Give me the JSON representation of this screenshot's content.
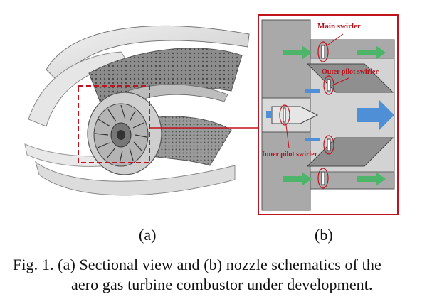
{
  "figure": {
    "panel_a": {
      "sub_label": "(a)"
    },
    "panel_b": {
      "sub_label": "(b)",
      "annotations": {
        "main_swirler": "Main swirler",
        "outer_pilot_swirler": "Outer pilot swirler",
        "inner_pilot_swirler": "Inner pilot swirler"
      }
    },
    "caption": {
      "line1": "Fig. 1. (a) Sectional view and (b) nozzle schematics of the",
      "line2": "aero gas turbine combustor under development."
    },
    "colors": {
      "highlight_red": "#c1121f",
      "flow_green": "#4cb56a",
      "flow_blue": "#4f8fd6",
      "metal_gray": "#a9a9a9"
    }
  }
}
